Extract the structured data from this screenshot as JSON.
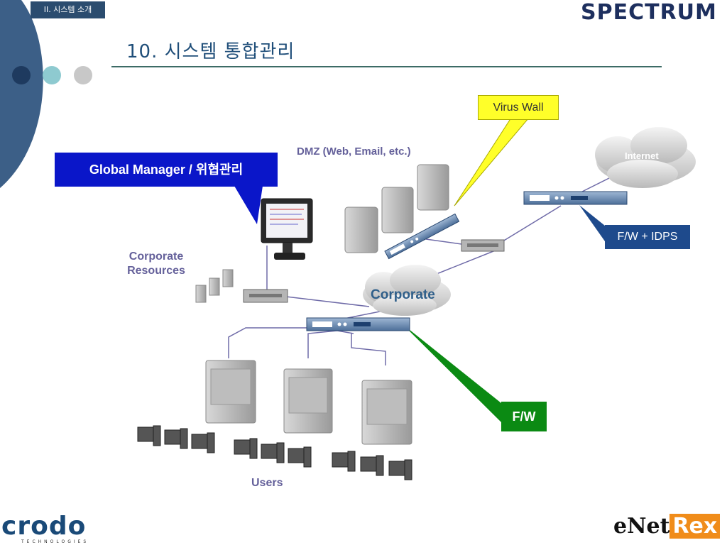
{
  "header": {
    "section_tag": "II. 시스템 소개",
    "title": "10.   시스템 통합관리",
    "brand_logo": "SPECTRUM"
  },
  "callouts": {
    "global_manager": "Global Manager / 위협관리",
    "virus_wall": "Virus Wall",
    "fw_idps": "F/W  + IDPS",
    "fw": "F/W"
  },
  "labels": {
    "dmz": "DMZ (Web, Email, etc.)",
    "corporate_resources_line1": "Corporate",
    "corporate_resources_line2": "Resources",
    "users": "Users",
    "internet": "Internet",
    "corporate_cloud": "Corporate"
  },
  "footer": {
    "left_logo": "crodo",
    "left_logo_sub": "TECHNOLOGIES",
    "right_logo_part1": "eNet",
    "right_logo_part2": "Rex"
  },
  "colors": {
    "gm_box": "#0a16c9",
    "virus_wall_box": "#ffff29",
    "fw_idps_box": "#1e4a8c",
    "fw_box": "#0b8a13",
    "label_purple": "#64609a"
  }
}
